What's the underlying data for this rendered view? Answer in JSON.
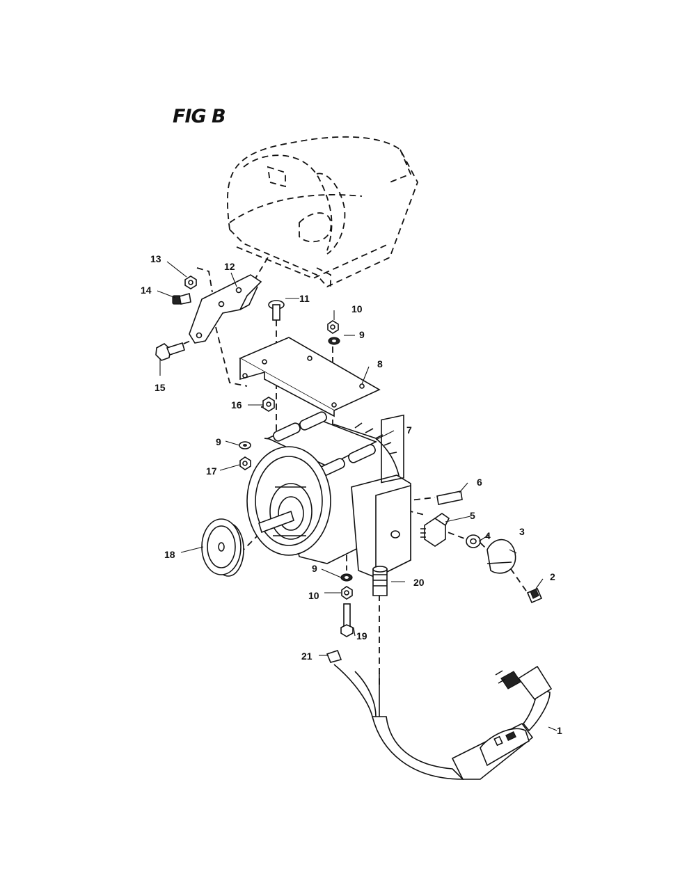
{
  "figure": {
    "title": "FIG B"
  },
  "callouts": {
    "c1": "1",
    "c2": "2",
    "c3": "3",
    "c4": "4",
    "c5": "5",
    "c6": "6",
    "c7": "7",
    "c8": "8",
    "c9a": "9",
    "c9b": "9",
    "c9c": "9",
    "c10a": "10",
    "c10b": "10",
    "c11": "11",
    "c12": "12",
    "c13": "13",
    "c14": "14",
    "c15": "15",
    "c16": "16",
    "c17": "17",
    "c18": "18",
    "c19": "19",
    "c20": "20",
    "c21": "21"
  }
}
